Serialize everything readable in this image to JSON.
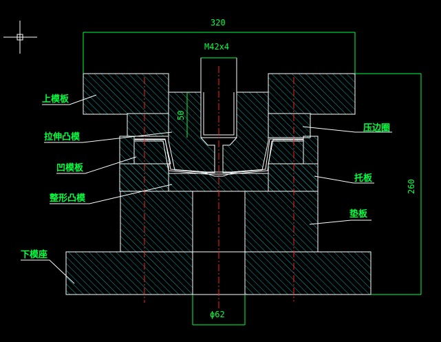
{
  "dimensions": {
    "overall_width": "320",
    "thread": "M42x4",
    "overall_height": "260",
    "depth": "50",
    "bore": "ϕ62"
  },
  "labels": {
    "upper_plate": "上模板",
    "drawing_punch": "拉伸凸模",
    "die": "凹模板",
    "shaping_punch": "整形凸模",
    "lower_base": "下模座",
    "blank_holder": "压边圈",
    "support_plate": "托板",
    "backing_plate": "垫板"
  },
  "colors": {
    "background": "#000000",
    "outline": "#ffffff",
    "hatch": "#00b0b0",
    "dimension": "#00ff40",
    "centerline": "#ff2020"
  }
}
